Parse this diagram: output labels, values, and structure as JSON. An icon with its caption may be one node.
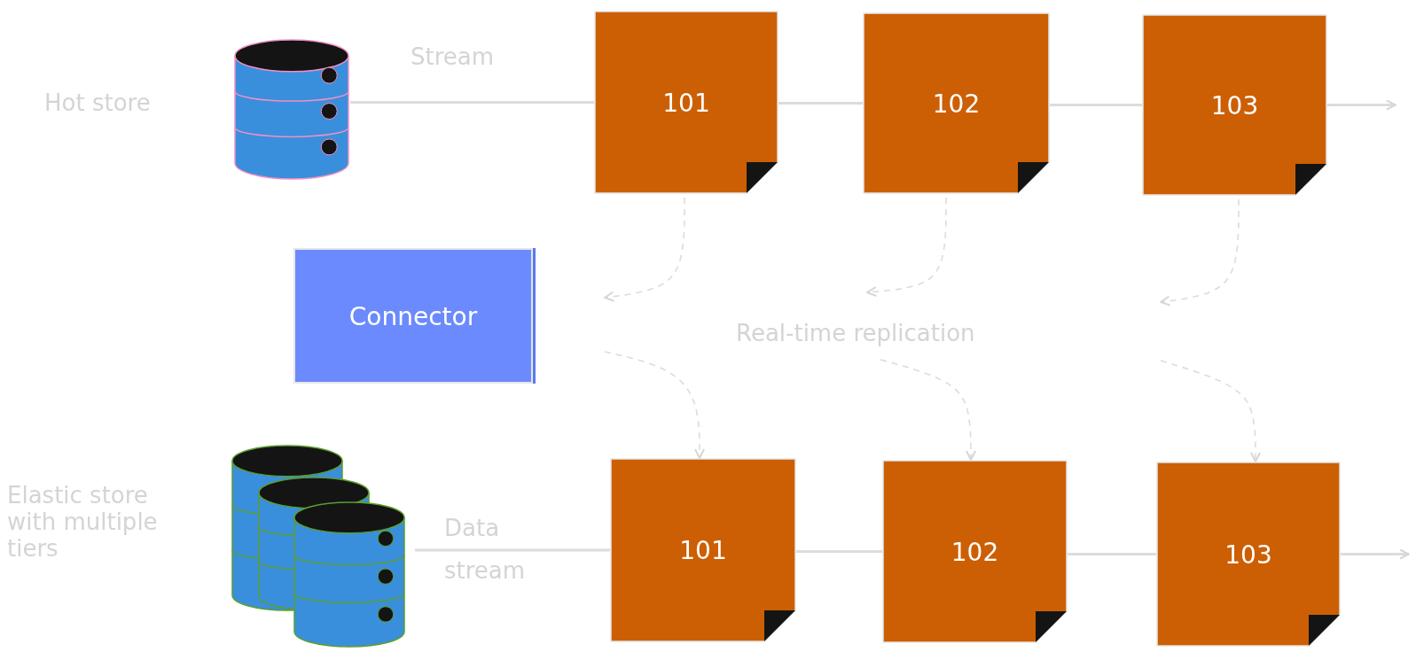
{
  "diagram": {
    "nodes": [
      {
        "text": [],
        "shape": "cylinder",
        "beside": [
          "Hot store"
        ]
      },
      {
        "text": [
          "101"
        ]
      },
      {
        "text": [
          "102"
        ]
      },
      {
        "text": [
          "103"
        ]
      },
      {
        "text": [
          "Connector"
        ]
      },
      {
        "text": [],
        "shape": "cylinder",
        "beside": [
          "Elastic store with multiple tiers"
        ]
      },
      {
        "text": [
          "101"
        ]
      },
      {
        "text": [
          "102"
        ]
      },
      {
        "text": [
          "103"
        ]
      }
    ],
    "edges": [
      {
        "from": 0,
        "to": 1,
        "arrow": "none",
        "label": "Stream"
      },
      {
        "from": 1,
        "to": 2,
        "arrow": "none"
      },
      {
        "from": 2,
        "to": 3,
        "arrow": "none"
      },
      {
        "from": 3,
        "to": null,
        "arrow": "to"
      },
      {
        "from": 1,
        "to": null,
        "arrow": "to",
        "style": "dashed"
      },
      {
        "from": 2,
        "to": null,
        "arrow": "to",
        "style": "dashed"
      },
      {
        "from": 3,
        "to": null,
        "arrow": "to",
        "style": "dashed"
      },
      {
        "from": null,
        "to": 6,
        "arrow": "to",
        "style": "dashed"
      },
      {
        "from": null,
        "to": 7,
        "arrow": "to",
        "style": "dashed"
      },
      {
        "from": null,
        "to": 8,
        "arrow": "to",
        "style": "dashed"
      },
      {
        "from": 5,
        "to": 6,
        "arrow": "none",
        "label": "Data stream"
      },
      {
        "from": 6,
        "to": 7,
        "arrow": "none"
      },
      {
        "from": 7,
        "to": 8,
        "arrow": "none"
      },
      {
        "from": 8,
        "to": null,
        "arrow": "to"
      }
    ],
    "labels": [
      "Real-time replication"
    ]
  }
}
